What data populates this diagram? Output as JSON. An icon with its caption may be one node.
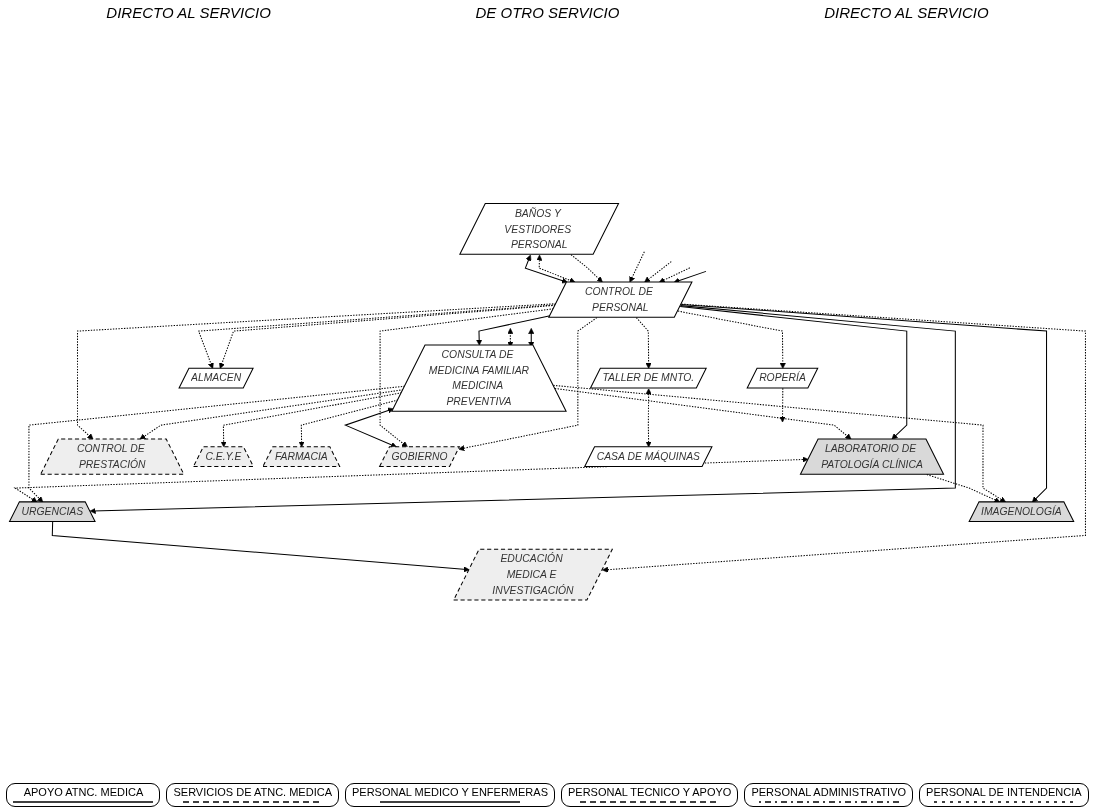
{
  "diagram": {
    "nodes": [
      {
        "text": [
          "BAÑOS Y VESTIDORES PERSONAL"
        ]
      },
      {
        "text": [
          "CONTROL DE PERSONAL"
        ]
      },
      {
        "text": [
          "CONSULTA DE MEDICINA FAMILIAR",
          "MEDICINA PREVENTIVA"
        ]
      },
      {
        "text": [
          "URGENCIAS"
        ]
      },
      {
        "text": [
          "IMAGENOLOGÍA"
        ]
      },
      {
        "text": [
          "LABORATORIO DE PATOLOGÍA CLÍNICA"
        ]
      },
      {
        "text": [
          "CONTROL DE PRESTACIÓN"
        ]
      },
      {
        "text": [
          "C.E.Y.E"
        ]
      },
      {
        "text": [
          "FARMACIA"
        ]
      },
      {
        "text": [
          "EDUCACIÓN MEDICA E INVESTIGACIÓN"
        ]
      },
      {
        "text": [
          "GOBIERNO"
        ]
      },
      {
        "text": [
          "ALMACEN"
        ]
      },
      {
        "text": [
          "ROPERÍA"
        ]
      },
      {
        "text": [
          "TALLER DE MNTO."
        ]
      },
      {
        "text": [
          "CASA DE MÁQUINAS"
        ]
      }
    ],
    "edges": [
      {
        "from": null,
        "to": 1,
        "arrow": "to"
      },
      {
        "from": null,
        "to": 1,
        "arrow": "to",
        "style": "dashed"
      },
      {
        "from": null,
        "to": 1,
        "arrow": "to",
        "style": "dashed"
      },
      {
        "from": null,
        "to": 1,
        "arrow": "to",
        "style": "dashed"
      },
      {
        "from": 0,
        "to": 1,
        "arrow": "to",
        "style": "dashed"
      },
      {
        "from": 0,
        "to": 1,
        "arrow": "both",
        "style": "dashed"
      },
      {
        "from": 0,
        "to": 1,
        "arrow": "both"
      },
      {
        "from": 1,
        "to": 2,
        "arrow": "to"
      },
      {
        "from": 1,
        "to": 3,
        "arrow": "to"
      },
      {
        "from": 1,
        "to": 4,
        "arrow": "to"
      },
      {
        "from": 1,
        "to": 5,
        "arrow": "to"
      },
      {
        "from": 2,
        "to": 3,
        "arrow": "to",
        "style": "dashed"
      },
      {
        "from": 2,
        "to": 4,
        "arrow": "to",
        "style": "dashed"
      },
      {
        "from": 2,
        "to": 5,
        "arrow": "to",
        "style": "dashed"
      },
      {
        "from": 2,
        "to": 6,
        "arrow": "to",
        "style": "dashed"
      },
      {
        "from": 2,
        "to": 7,
        "arrow": "to",
        "style": "dashed"
      },
      {
        "from": 2,
        "to": 8,
        "arrow": "to",
        "style": "dashed"
      },
      {
        "from": 1,
        "to": 9,
        "arrow": "to",
        "style": "dashed"
      },
      {
        "from": 1,
        "to": 10,
        "arrow": "to",
        "style": "dashed"
      },
      {
        "from": 1,
        "to": 11,
        "arrow": "to",
        "style": "dashed"
      },
      {
        "from": 1,
        "to": 12,
        "arrow": "to",
        "style": "dashed"
      },
      {
        "from": 1,
        "to": 6,
        "arrow": "to",
        "style": "dashed"
      },
      {
        "from": 1,
        "to": 10,
        "arrow": "to",
        "style": "dashed"
      },
      {
        "from": 1,
        "to": 11,
        "arrow": "to",
        "style": "dashed"
      },
      {
        "from": 1,
        "to": 13,
        "arrow": "to",
        "style": "dashed"
      },
      {
        "from": 10,
        "to": 2,
        "arrow": "both"
      },
      {
        "from": 3,
        "to": 9,
        "arrow": "to"
      },
      {
        "from": 2,
        "to": null,
        "arrow": "both"
      },
      {
        "from": 2,
        "to": null,
        "arrow": "both",
        "style": "dashed"
      },
      {
        "from": 3,
        "to": 5,
        "arrow": "both",
        "style": "dashed"
      },
      {
        "from": 5,
        "to": 4,
        "arrow": "to",
        "style": "dashed"
      },
      {
        "from": 12,
        "to": null,
        "arrow": "to",
        "style": "dashed"
      },
      {
        "from": 13,
        "to": 14,
        "arrow": "both",
        "style": "dashed"
      }
    ],
    "labels": [
      "DIRECTO AL SERVICIO",
      "DE OTRO SERVICIO",
      "DIRECTO AL SERVICIO"
    ],
    "legend": [
      {
        "text": "APOYO ATNC. MEDICA"
      },
      {
        "text": "SERVICIOS DE ATNC. MEDICA"
      },
      {
        "text": "PERSONAL MEDICO Y ENFERMERAS"
      },
      {
        "text": "PERSONAL TECNICO Y APOYO"
      },
      {
        "text": "PERSONAL ADMINISTRATIVO"
      },
      {
        "text": "PERSONAL DE INTENDENCIA"
      }
    ]
  }
}
